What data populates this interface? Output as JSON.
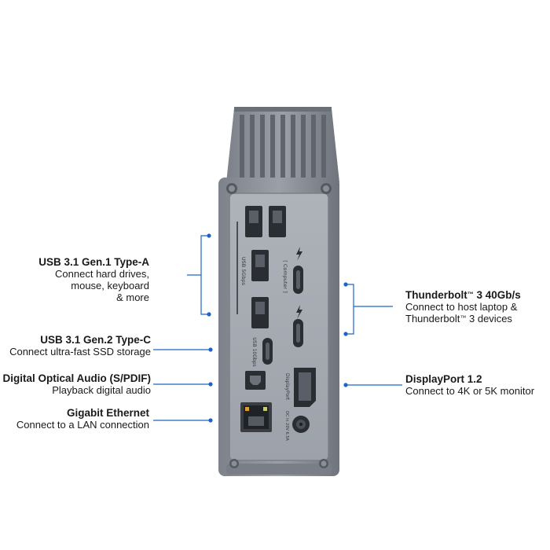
{
  "callouts": {
    "usb_a": {
      "title": "USB 3.1 Gen.1 Type-A",
      "line1": "Connect hard drives,",
      "line2": "mouse, keyboard",
      "line3": "& more"
    },
    "usb_c": {
      "title": "USB 3.1 Gen.2 Type-C",
      "line1": "Connect ultra-fast SSD storage"
    },
    "optical": {
      "title": "Digital Optical Audio (S/PDIF)",
      "line1": "Playback digital audio"
    },
    "ethernet": {
      "title": "Gigabit Ethernet",
      "line1": "Connect to a LAN connection"
    },
    "thunderbolt": {
      "title_a": "Thunderbolt",
      "title_tm": "™",
      "title_b": " 3 40Gb/s",
      "line1": "Connect to host laptop &",
      "line2_a": "Thunderbolt",
      "line2_tm": "™",
      "line2_b": " 3 devices"
    },
    "displayport": {
      "title": "DisplayPort 1.2",
      "line1": "Connect to 4K or 5K monitor"
    }
  },
  "device_labels": {
    "usb5": "USB 5Gbps",
    "computer": "[ Computer ]",
    "usb10": "USB 10Gbps",
    "displayport": "DisplayPort",
    "dc": "DC in 20V 6.5A"
  },
  "colors": {
    "line": "#1f63c7",
    "dot": "#1f63c7",
    "chassis": "#8f949c",
    "panel": "#a3a8b0"
  }
}
